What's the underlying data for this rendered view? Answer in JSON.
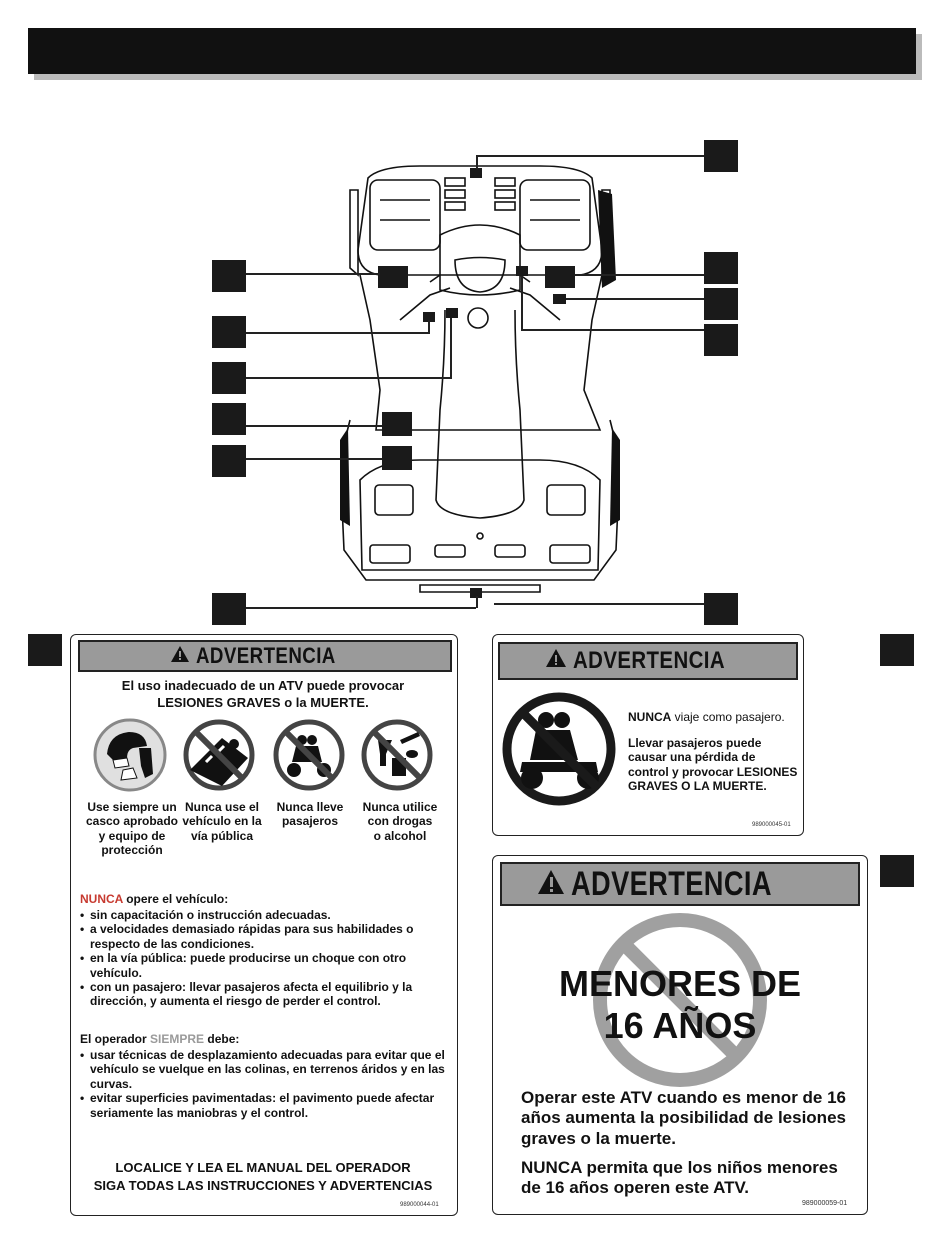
{
  "warning_small": {
    "heading": "ADVERTENCIA",
    "intro_line1": "El uso inadecuado de un ATV puede provocar",
    "intro_line2": "LESIONES GRAVES o la MUERTE.",
    "icons": [
      {
        "caption": "Use siempre un\ncasco aprobado\ny equipo de\nprotección",
        "icon": "helmet-boots-icon"
      },
      {
        "caption": "Nunca use el\nvehículo en la\nvía pública",
        "icon": "no-public-road-icon"
      },
      {
        "caption": "Nunca lleve\npasajeros",
        "icon": "no-passenger-icon"
      },
      {
        "caption": "Nunca utilice\ncon drogas\no alcohol",
        "icon": "no-drugs-alcohol-icon"
      }
    ],
    "never_word": "NUNCA",
    "never_rest": " opere el vehículo:",
    "never_items": [
      "sin capacitación o instrucción adecuadas.",
      "a velocidades demasiado rápidas para sus habilidades o respecto de las condiciones.",
      "en la vía pública: puede producirse un choque con otro vehículo.",
      "con un pasajero: llevar pasajeros afecta el equilibrio y la dirección, y aumenta el riesgo de perder el control."
    ],
    "always_pre": "El operador ",
    "always_word": "SIEMPRE",
    "always_post": " debe:",
    "always_items": [
      "usar técnicas de desplazamiento adecuadas para evitar que el vehículo se vuelque en las colinas, en terrenos áridos y en las curvas.",
      "evitar superficies pavimentadas: el pavimento puede afectar seriamente las maniobras y el control."
    ],
    "footer_line1": "LOCALICE Y LEA EL MANUAL DEL OPERADOR",
    "footer_line2": "SIGA TODAS LAS INSTRUCCIONES Y ADVERTENCIAS",
    "code": "989000044-01"
  },
  "warning_passenger": {
    "heading": "ADVERTENCIA",
    "line1_bold": "NUNCA",
    "line1_rest": " viaje como pasajero.",
    "para": "Llevar pasajeros puede causar una pérdida de control y provocar LESIONES GRAVES O LA MUERTE.",
    "icon": "no-passenger-icon",
    "code": "989000045-01"
  },
  "warning_age": {
    "heading": "ADVERTENCIA",
    "big_line1": "MENORES DE",
    "big_line2": "16 AÑOS",
    "para1": "Operar este ATV cuando es menor de 16 años aumenta la posibilidad de lesiones graves o la muerte.",
    "para2_bold": "NUNCA",
    "para2_rest": " permita que los niños menores de 16 años operen este ATV.",
    "code": "989000059-01"
  },
  "colors": {
    "accent_red": "#c73a30",
    "bar_gray": "#9a9a9a"
  }
}
